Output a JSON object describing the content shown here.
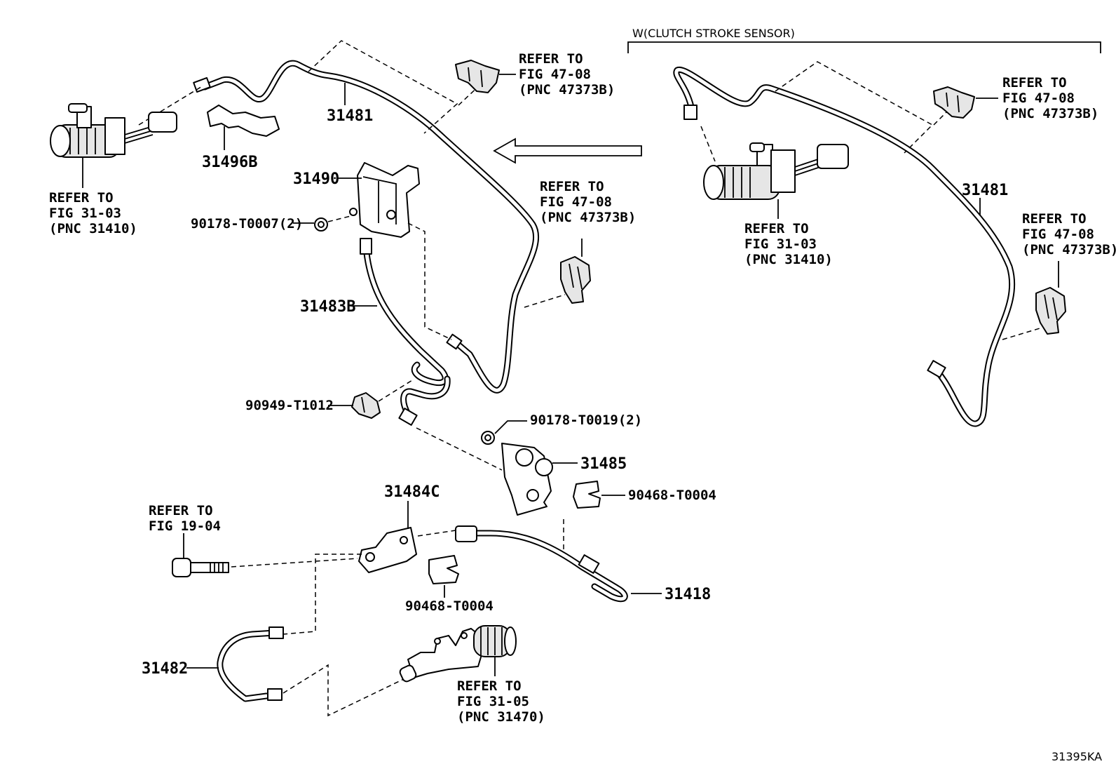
{
  "title": "W(CLUTCH STROKE SENSOR)",
  "figure_id": "31395KA",
  "part_numbers": {
    "p31481_left": "31481",
    "p31481_right": "31481",
    "p31496B": "31496B",
    "p31490": "31490",
    "p31483B": "31483B",
    "p90178_T0007": "90178-T0007(2)",
    "p90949_T1012": "90949-T1012",
    "p90178_T0019": "90178-T0019(2)",
    "p31485": "31485",
    "p90468_T0004_a": "90468-T0004",
    "p31484C": "31484C",
    "p90468_T0004_b": "90468-T0004",
    "p31418": "31418",
    "p31482": "31482"
  },
  "refs": {
    "ref_mc_left": [
      "REFER TO",
      "FIG 31-03",
      "(PNC 31410)"
    ],
    "ref_clip_top": [
      "REFER TO",
      "FIG 47-08",
      "(PNC 47373B)"
    ],
    "ref_clip_mid": [
      "REFER TO",
      "FIG 47-08",
      "(PNC 47373B)"
    ],
    "ref_bolt": [
      "REFER TO",
      "FIG 19-04"
    ],
    "ref_release": [
      "REFER TO",
      "FIG 31-05",
      "(PNC 31470)"
    ],
    "ref_mc_right": [
      "REFER TO",
      "FIG 31-03",
      "(PNC 31410)"
    ],
    "ref_clip_r1": [
      "REFER TO",
      "FIG 47-08",
      "(PNC 47373B)"
    ],
    "ref_clip_r2": [
      "REFER TO",
      "FIG 47-08",
      "(PNC 47373B)"
    ]
  },
  "icons": [
    "arrow-left-icon",
    "master-cylinder-icon",
    "release-cylinder-icon",
    "clip-icon",
    "bracket-icon",
    "bolt-icon",
    "nut-icon"
  ]
}
